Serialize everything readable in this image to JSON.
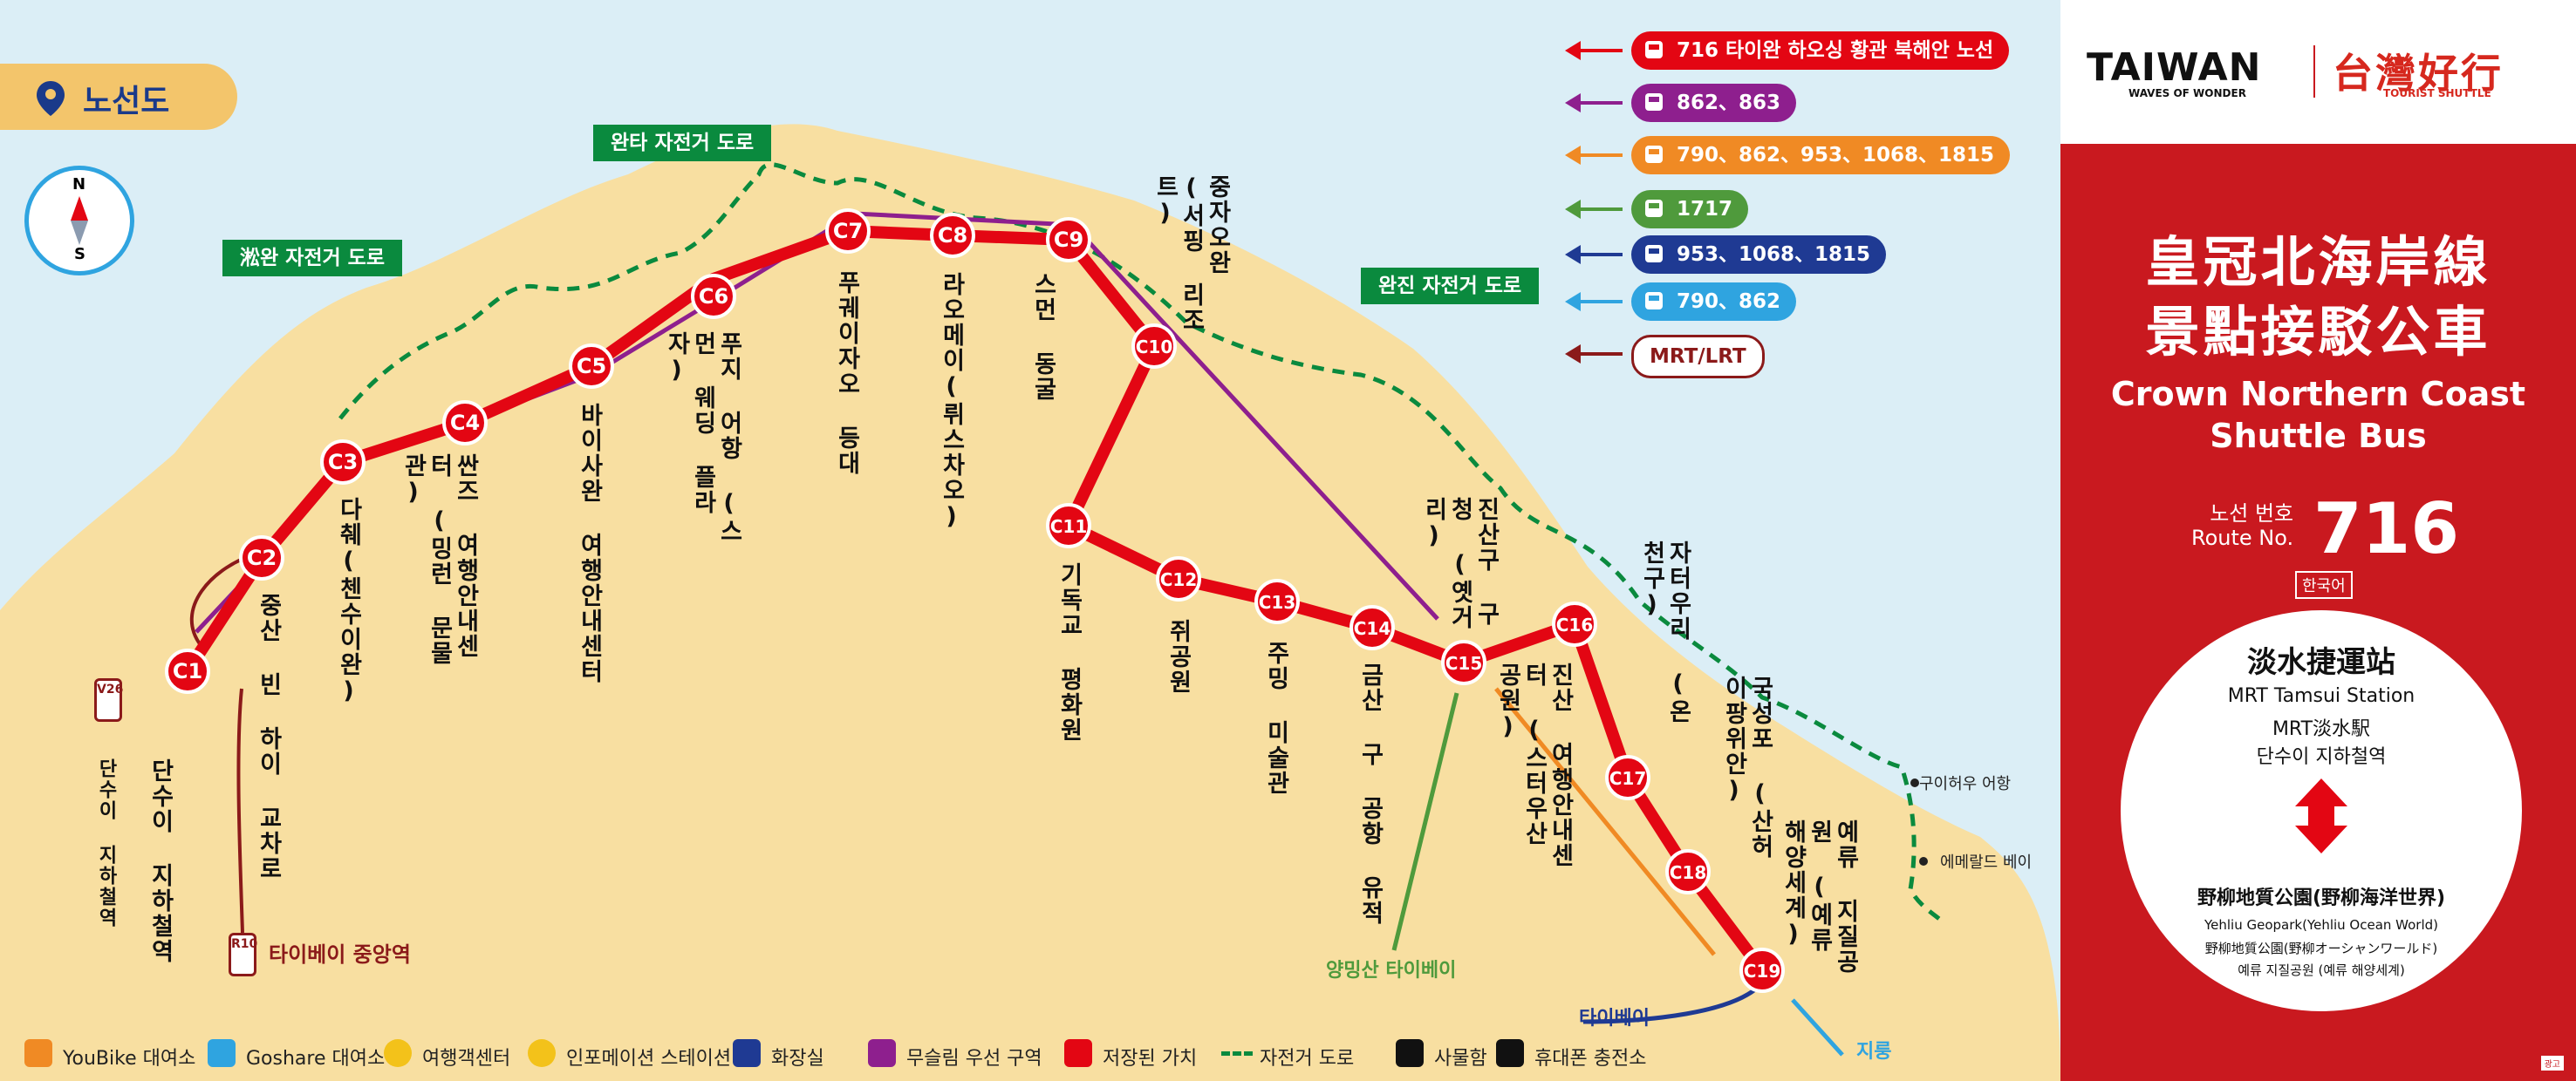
{
  "header": {
    "title": "노선도"
  },
  "compass": {
    "n": "N",
    "s": "S"
  },
  "routes_legend": [
    {
      "label": "716 타이완 하오싱 황관 북해안 노선",
      "color": "#e30613"
    },
    {
      "label": "862、863",
      "color": "#8e1f8e"
    },
    {
      "label": "790、862、953、1068、1815",
      "color": "#f08a24"
    },
    {
      "label": "1717",
      "color": "#4f9a3c"
    },
    {
      "label": "953、1068、1815",
      "color": "#1f3a93"
    },
    {
      "label": "790、862",
      "color": "#2fa4e0"
    },
    {
      "label": "MRT/LRT",
      "color": "#8b1a1a"
    }
  ],
  "bike_roads": [
    "淞완 자전거 도로",
    "완타 자전거 도로",
    "완진 자전거 도로"
  ],
  "stops": [
    {
      "code": "C1",
      "name": "단수이 지하철역"
    },
    {
      "code": "C2",
      "name": "중산 빈 하이 교차로"
    },
    {
      "code": "C3",
      "name": "다췌(첸수이완)"
    },
    {
      "code": "C4",
      "name": "싼즈 여행안내센터 (밍런 문물관)"
    },
    {
      "code": "C5",
      "name": "바이사완 여행안내센터"
    },
    {
      "code": "C6",
      "name": "푸지 어항 (스먼 웨딩 플라자)"
    },
    {
      "code": "C7",
      "name": "푸궤이자오 등대"
    },
    {
      "code": "C8",
      "name": "라오메이(뤼스차오)"
    },
    {
      "code": "C9",
      "name": "스먼 동굴"
    },
    {
      "code": "C10",
      "name": "중자오완 (서핑 리조트)"
    },
    {
      "code": "C11",
      "name": "기독교 평화원"
    },
    {
      "code": "C12",
      "name": "쥐공원"
    },
    {
      "code": "C13",
      "name": "주밍 미술관"
    },
    {
      "code": "C14",
      "name": "금산 구 공항 유적"
    },
    {
      "code": "C15",
      "name": "진산구 구청 (옛거리)"
    },
    {
      "code": "C16",
      "name": "진산 여행안내센터 (스터우산 공원)"
    },
    {
      "code": "C17",
      "name": "자터우리 (온천구)"
    },
    {
      "code": "C18",
      "name": "국성포 (산허이팡위안)"
    },
    {
      "code": "C19",
      "name": "예류 지질공원 (예류 해양세계)"
    }
  ],
  "places": {
    "mrt_left": "단수이 지하철역",
    "taipei_main": "타이베이 중앙역",
    "yangmingshan": "양밍산 타이베이",
    "taipei": "타이베이",
    "keelung": "지룽",
    "guihou": "구이허우 어항",
    "emerald": "에메랄드 베이",
    "v26": "V26",
    "r10": "R10"
  },
  "legend": [
    {
      "label": "YouBike 대여소",
      "color": "#f08a24"
    },
    {
      "label": "Goshare 대여소",
      "color": "#2fa4e0"
    },
    {
      "label": "여행객센터",
      "color": "#f3c21a"
    },
    {
      "label": "인포메이션 스테이션",
      "color": "#f3c21a"
    },
    {
      "label": "화장실",
      "color": "#1f3a93"
    },
    {
      "label": "무슬림 우선 구역",
      "color": "#8e1f8e"
    },
    {
      "label": "저장된 가치",
      "color": "#e30613"
    },
    {
      "label": "자전거 도로",
      "color": "#0a8a3e"
    },
    {
      "label": "사물함",
      "color": "#111111"
    },
    {
      "label": "휴대폰 충전소",
      "color": "#111111"
    }
  ],
  "panel": {
    "brand_en": "TAIWAN",
    "brand_en_sub": "WAVES OF WONDER",
    "brand_cn": "台灣好行",
    "brand_cn_sub": "TOURIST SHUTTLE",
    "title_cn_1": "皇冠北海岸線",
    "title_cn_2": "景點接駁公車",
    "title_en_1": "Crown Northern Coast",
    "title_en_2": "Shuttle Bus",
    "route_label_1": "노선 번호",
    "route_label_2": "Route No.",
    "route_number": "716",
    "language": "한국어",
    "from_cn": "淡水捷運站",
    "from_en": "MRT Tamsui Station",
    "from_jp": "MRT淡水駅",
    "from_ko": "단수이 지하철역",
    "to_cn": "野柳地質公園(野柳海洋世界)",
    "to_en": "Yehliu Geopark(Yehliu Ocean World)",
    "to_jp": "野柳地質公園(野柳オーシャンワールド)",
    "to_ko": "예류 지질공원 (예류 해양세계)",
    "corner": "광고"
  }
}
